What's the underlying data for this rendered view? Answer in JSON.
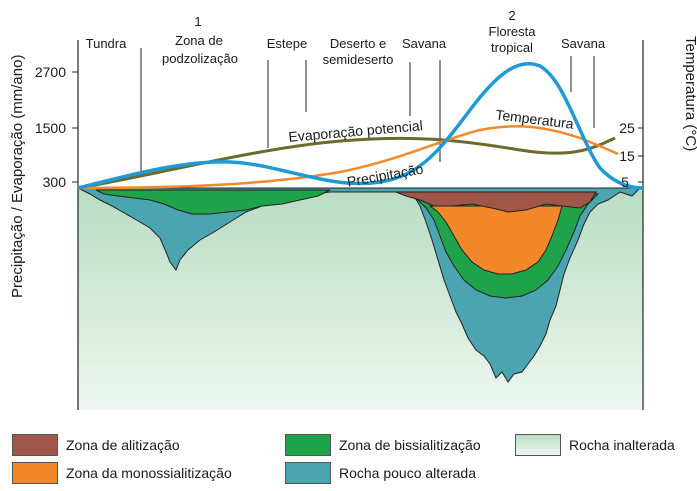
{
  "axes": {
    "left_title": "Precipitação / Evaporação (mm/ano)",
    "right_title": "Temperatura (°C)",
    "left_ticks": [
      "2700",
      "1500",
      "300"
    ],
    "right_ticks": [
      "25",
      "15",
      "5"
    ]
  },
  "zones": [
    {
      "text": "Tundra"
    },
    {
      "text": "1"
    },
    {
      "text": "Zona de"
    },
    {
      "text": "podzolização"
    },
    {
      "text": "Estepe"
    },
    {
      "text": "Deserto e"
    },
    {
      "text": "semideserto"
    },
    {
      "text": "Savana"
    },
    {
      "text": "2"
    },
    {
      "text": "Floresta"
    },
    {
      "text": "tropical"
    },
    {
      "text": "Savana"
    }
  ],
  "curves": {
    "evaporation": "Evaporação potencial",
    "temperature": "Temperatura",
    "precipitation": "Precipitação"
  },
  "colors": {
    "precipitation": "#1e9ad6",
    "temperature": "#f08a2a",
    "evaporation": "#6b6b2e",
    "alitization": "#a0574a",
    "monosialitization": "#f2882a",
    "bisialitization": "#1fa34a",
    "weathered_rock": "#4aa5b0",
    "unweathered_rock": "#d6ecdb"
  },
  "legend": [
    {
      "label": "Zona de alitização",
      "color": "#a0574a"
    },
    {
      "label": "Zona de bissialitização",
      "color": "#1fa34a"
    },
    {
      "label": "Rocha inalterada",
      "color": "#d6ecdb"
    },
    {
      "label": "Zona da monossialitização",
      "color": "#f2882a"
    },
    {
      "label": "Rocha pouco alterada",
      "color": "#4aa5b0"
    }
  ]
}
